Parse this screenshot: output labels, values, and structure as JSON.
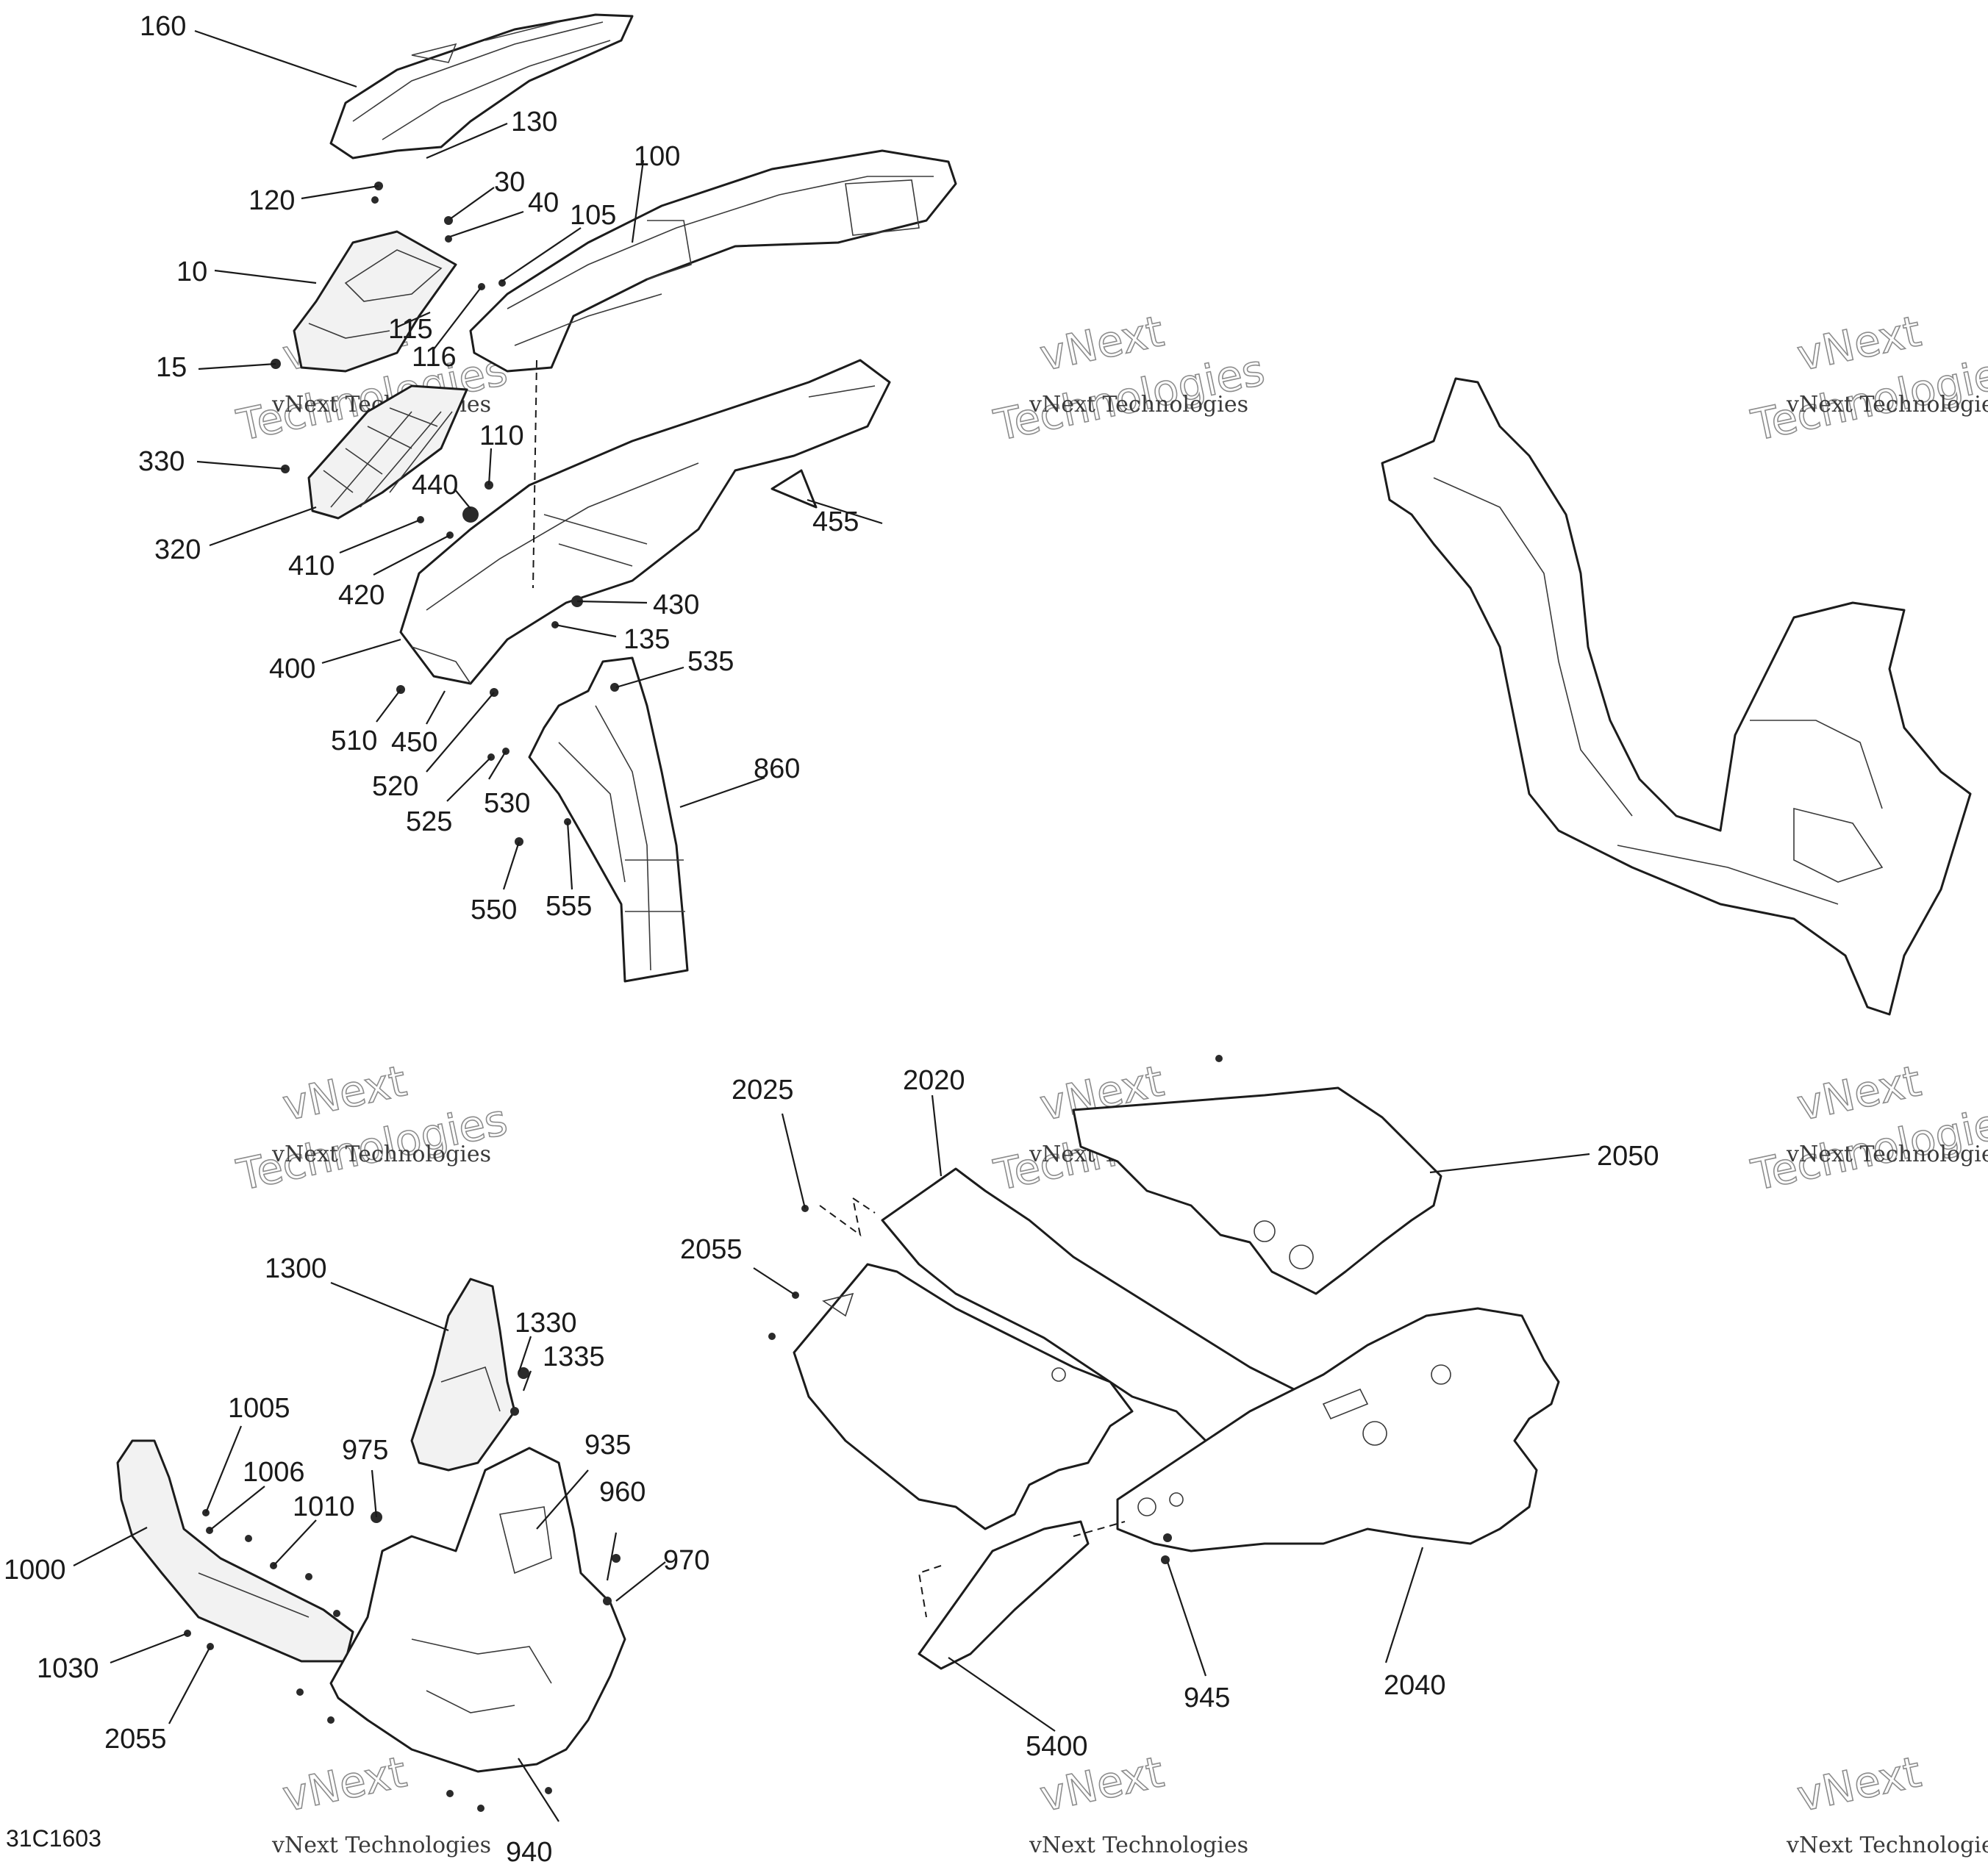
{
  "diagram": {
    "figure_code": "31C1603",
    "watermark": {
      "line1": "vNext",
      "line2": "Technologies",
      "caption": "vNext Technologies"
    },
    "callouts": [
      "160",
      "130",
      "120",
      "30",
      "40",
      "100",
      "105",
      "10",
      "115",
      "116",
      "15",
      "110",
      "330",
      "440",
      "455",
      "320",
      "410",
      "420",
      "430",
      "135",
      "400",
      "535",
      "510",
      "450",
      "520",
      "860",
      "525",
      "530",
      "550",
      "555",
      "2025",
      "2020",
      "2050",
      "2055",
      "1300",
      "1330",
      "1335",
      "1005",
      "975",
      "935",
      "1006",
      "960",
      "1010",
      "970",
      "1000",
      "1030",
      "2055",
      "5400",
      "945",
      "2040",
      "940"
    ]
  }
}
